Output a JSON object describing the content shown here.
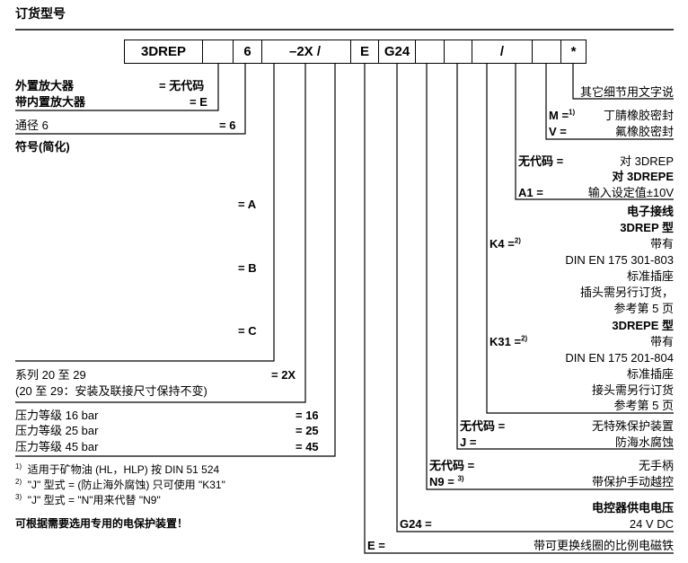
{
  "title": "订货型号",
  "code_boxes": [
    "3DREP",
    "",
    "6",
    "–2X /",
    "E",
    "G24",
    "",
    "",
    "/",
    "",
    "*"
  ],
  "left": {
    "amplifier_external": "外置放大器",
    "amplifier_external_code": "= 无代码",
    "amplifier_internal": "带内置放大器",
    "amplifier_internal_code": "= E",
    "size": "通径 6",
    "size_code": "= 6",
    "symbol": "符号(简化)",
    "symbol_a": "= A",
    "symbol_b": "= B",
    "symbol_c": "= C",
    "series_line1": "系列 20 至 29",
    "series_line2": "(20 至 29：安装及联接尺寸保持不变)",
    "series_code": "= 2X",
    "pressure": [
      {
        "label": "压力等级 16 bar",
        "code": "= 16"
      },
      {
        "label": "压力等级 25 bar",
        "code": "= 25"
      },
      {
        "label": "压力等级 45 bar",
        "code": "= 45"
      }
    ],
    "footnotes": [
      {
        "mark": "1)",
        "text": "适用于矿物油 (HL，HLP) 按 DIN 51 524"
      },
      {
        "mark": "2)",
        "text": "\"J\" 型式 = (防止海外腐蚀) 只可使用 \"K31\""
      },
      {
        "mark": "3)",
        "text": "\"J\" 型式 = \"N\"用来代替 \"N9\""
      }
    ],
    "note": "可根据需要选用专用的电保护装置！"
  },
  "right": {
    "other_details": "其它细节用文字说",
    "seal_m_code": "M =",
    "seal_m_sup": "1)",
    "seal_m_text": "丁腈橡胶密封",
    "seal_v_code": "V =",
    "seal_v_text": "氟橡胶密封",
    "no_code_1": "无代码 =",
    "for_3drep": "对 3DREP",
    "for_3drepe": "对 3DREPE",
    "a1_code": "A1 =",
    "a1_text": "输入设定值±10V",
    "electrical_connection": "电子接线",
    "type_3drep": "3DREP 型",
    "k4_code": "K4 =",
    "k4_sup": "2)",
    "k4_lines": [
      "带有",
      "DIN EN 175 301-803",
      "标准插座",
      "插头需另行订货，",
      "参考第 5 页"
    ],
    "type_3drepe": "3DREPE 型",
    "k31_code": "K31 =",
    "k31_sup": "2)",
    "k31_lines": [
      "带有",
      "DIN EN 175 201-804",
      "标准插座",
      "接头需另行订货",
      "参考第 5 页"
    ],
    "no_code_2": "无代码 =",
    "no_special_protection": "无特殊保护装置",
    "j_code": "J =",
    "j_text": "防海水腐蚀",
    "no_code_3": "无代码 =",
    "no_handle": "无手柄",
    "n9_code": "N9 =",
    "n9_sup": "3)",
    "n9_text": "带保护手动越控",
    "supply_voltage": "电控器供电电压",
    "g24_code": "G24 =",
    "g24_text": "24 V DC",
    "e_code": "E =",
    "e_text": "带可更换线圈的比例电磁铁"
  }
}
